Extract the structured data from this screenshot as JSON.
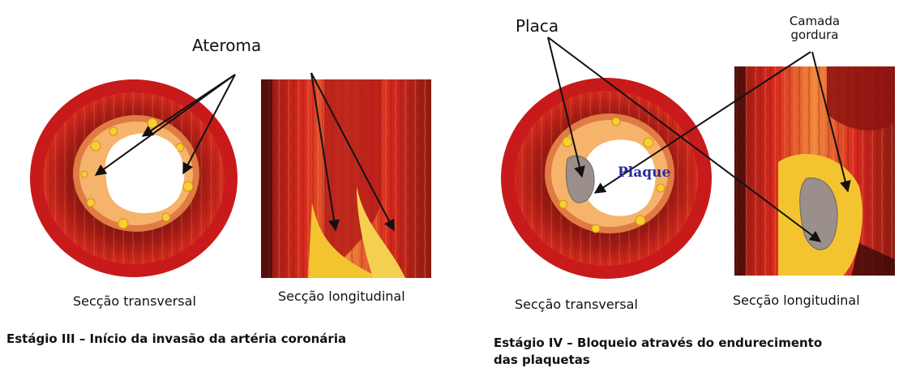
{
  "stage3": {
    "label_ateroma": "Ateroma",
    "caption_transversal": "Secção transversal",
    "caption_longitudinal": "Secção longitudinal",
    "title": "Estágio III – Início da invasão da artéria coronária"
  },
  "stage4": {
    "label_placa": "Placa",
    "label_camada_line1": "Camada",
    "label_camada_line2": "gordura",
    "label_plaque": "Plaque",
    "caption_transversal": "Secção transversal",
    "caption_longitudinal": "Secção longitudinal",
    "title_line1": "Estágio IV – Bloqueio através do endurecimento",
    "title_line2": "das plaquetas"
  },
  "colors": {
    "artery_red": "#c4161c",
    "artery_dark": "#7a1410",
    "fat_yellow": "#f4c430",
    "plaque_gray": "#9a8f8a",
    "arrow": "#111111"
  }
}
